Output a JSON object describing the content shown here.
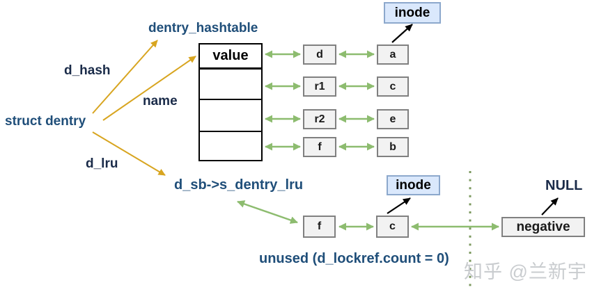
{
  "diagram": {
    "title_labels": {
      "dentry_hashtable": "dentry_hashtable",
      "d_hash": "d_hash",
      "name": "name",
      "struct_dentry": "struct dentry",
      "d_lru": "d_lru",
      "d_sb_s_dentry_lru": "d_sb->s_dentry_lru",
      "unused": "unused (d_lockref.count = 0)",
      "null_label": "NULL",
      "value_cell": "value"
    },
    "hashtable_rows": [
      {
        "dentry": "d",
        "linked": "a"
      },
      {
        "dentry": "r1",
        "linked": "c"
      },
      {
        "dentry": "r2",
        "linked": "e"
      },
      {
        "dentry": "f",
        "linked": "b"
      }
    ],
    "inode_top": "inode",
    "inode_bottom": "inode",
    "lru_list": {
      "first": "f",
      "second": "c"
    },
    "negative": "negative",
    "watermark": "知乎 @兰新宇",
    "colors": {
      "blue_label": "#1F4E79",
      "navy_label": "#1A2B49",
      "orange_arrow": "#D8A520",
      "green_arrow": "#8DBC6F",
      "dotted_line": "#7D9A60",
      "box_fill": "#F2F2F2",
      "box_border": "#808080",
      "inode_fill": "#DAE8FC",
      "inode_border": "#8CA8CC",
      "black_arrow": "#000000",
      "table_border": "#000000"
    }
  }
}
